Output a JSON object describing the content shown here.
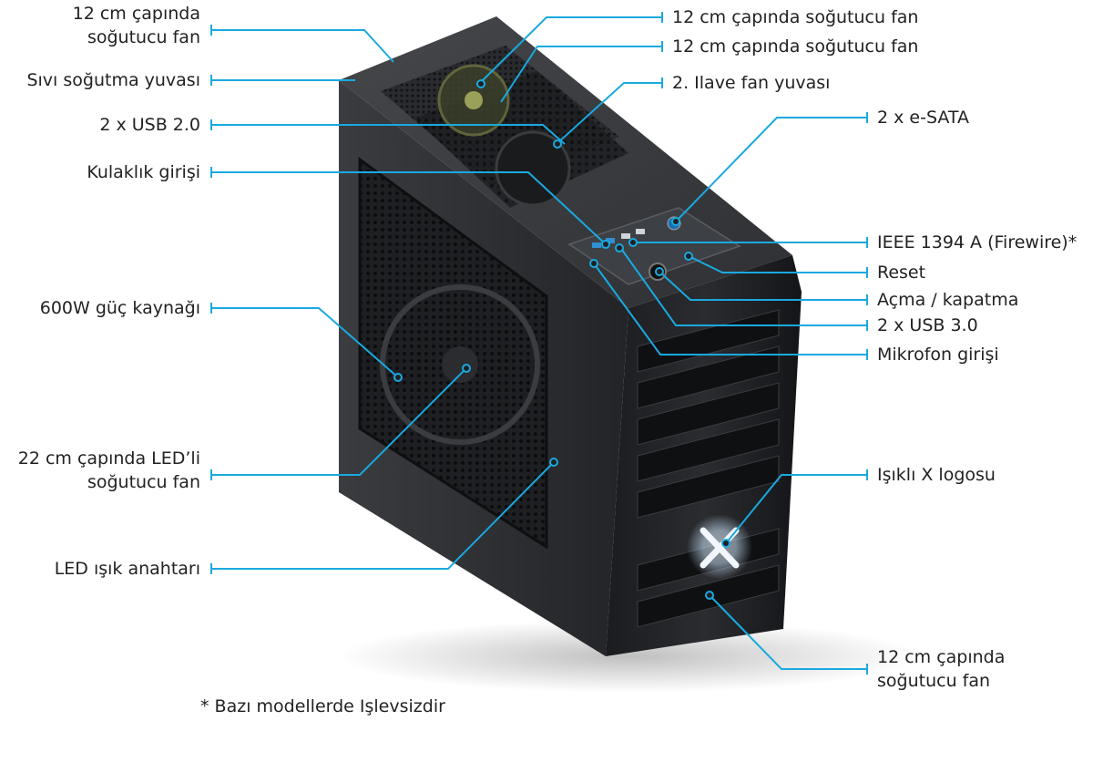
{
  "colors": {
    "leader": "#1aa9df",
    "case_body": "#2b2d30",
    "case_dark": "#16171a",
    "text": "#222222"
  },
  "labels": {
    "top_fan_left": [
      "12 cm çapında",
      "soğutucu fan"
    ],
    "liquid_cooling": "Sıvı soğutma yuvası",
    "usb2": "2 x USB 2.0",
    "headphone": "Kulaklık girişi",
    "psu": "600W güç kaynağı",
    "side_fan": [
      "22 cm çapında LED’li",
      "soğutucu fan"
    ],
    "led_switch": "LED ışık anahtarı",
    "top_fan_1": "12 cm çapında soğutucu fan",
    "top_fan_2": "12 cm çapında soğutucu fan",
    "extra_fan": "2. Ilave fan yuvası",
    "esata": "2 x e-SATA",
    "firewire": "IEEE 1394 A (Firewire)*",
    "reset": "Reset",
    "power": "Açma / kapatma",
    "usb3": "2 x USB 3.0",
    "mic": "Mikrofon girişi",
    "x_logo": "Işıklı X logosu",
    "front_fan": [
      "12 cm çapında",
      "soğutucu fan"
    ]
  },
  "footnote": "* Bazı modellerde Işlevsizdir",
  "icons": [
    "usb-port-icon",
    "power-button-icon",
    "x-logo-icon",
    "fan-grille-icon"
  ]
}
